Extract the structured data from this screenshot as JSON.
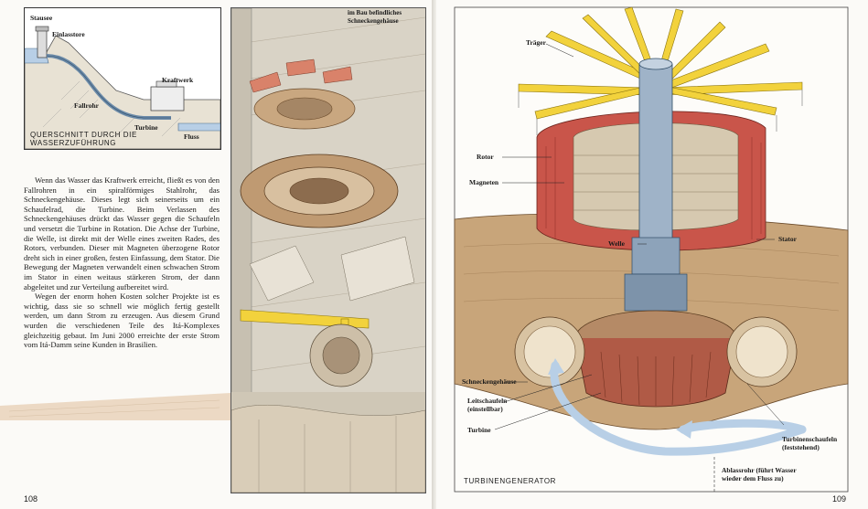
{
  "left_page": {
    "page_number": "108",
    "inset": {
      "labels": {
        "stausee": "Stausee",
        "einlasstore": "Einlasstore",
        "kraftwerk": "Kraftwerk",
        "fallrohr": "Fallrohr",
        "turbine": "Turbine",
        "fluss": "Fluss"
      },
      "caption": "QUERSCHNITT DURCH DIE WASSERZUFÜHRUNG"
    },
    "paragraphs": [
      "Wenn das Wasser das Kraftwerk erreicht, fließt es von den Fallrohren in ein spiralförmiges Stahlrohr, das Schneckengehäuse. Dieses legt sich seinerseits um ein Schaufelrad, die Turbine. Beim Verlassen des Schneckengehäuses drückt das Wasser gegen die Schaufeln und versetzt die Turbine in Rotation. Die Achse der Turbine, die Welle, ist direkt mit der Welle eines zweiten Rades, des Rotors, verbunden. Dieser mit Magneten überzogene Rotor dreht sich in einer großen, festen Einfassung, dem Stator. Die Bewegung der Magneten verwandelt einen schwachen Strom im Stator in einen weitaus stärkeren Strom, der dann abgeleitet und zur Verteilung aufbereitet wird.",
      "Wegen der enorm hohen Kosten solcher Projekte ist es wichtig, dass sie so schnell wie möglich fertig gestellt werden, um dann Strom zu erzeugen. Aus diesem Grund wurden die verschiedenen Teile des Itá-Komplexes gleichzeitig gebaut. Im Juni 2000 erreichte der erste Strom vom Itá-Damm seine Kunden in Brasilien."
    ],
    "construction_caption": "im Bau befindliches Schneckengehäuse"
  },
  "right_page": {
    "page_number": "109",
    "labels": {
      "traeger": "Träger",
      "rotor": "Rotor",
      "magneten": "Magneten",
      "welle": "Welle",
      "stator": "Stator",
      "schneckengehaeuse": "Schneckengehäuse",
      "leitschaufeln": "Leitschaufeln (einstellbar)",
      "turbine": "Turbine",
      "turbinenschaufeln": "Turbinenschaufeln (feststehend)",
      "ablassrohr": "Ablassrohr (führt Wasser wieder dem Fluss zu)"
    },
    "caption": "TURBINENGENERATOR"
  },
  "colors": {
    "steel": "#9fb3c8",
    "rotor_red": "#c9554a",
    "crane_yellow": "#f2d23c",
    "concrete": "#c8a57a",
    "water": "#b8cfe6"
  }
}
